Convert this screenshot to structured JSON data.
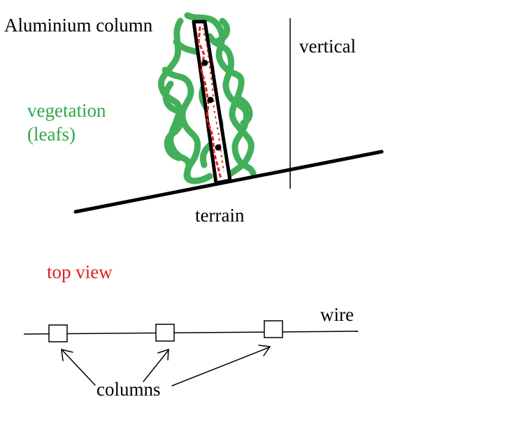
{
  "labels": {
    "column": "Aluminium column",
    "vertical": "vertical",
    "vegetation_line1": "vegetation",
    "vegetation_line2": "(leafs)",
    "terrain": "terrain",
    "top_view": "top view",
    "wire": "wire",
    "columns": "columns"
  },
  "colors": {
    "ink": "#000000",
    "vegetation": "#2ea84a",
    "top_view": "#e01e1e",
    "column_interior": "#e82020",
    "background": "#ffffff"
  }
}
